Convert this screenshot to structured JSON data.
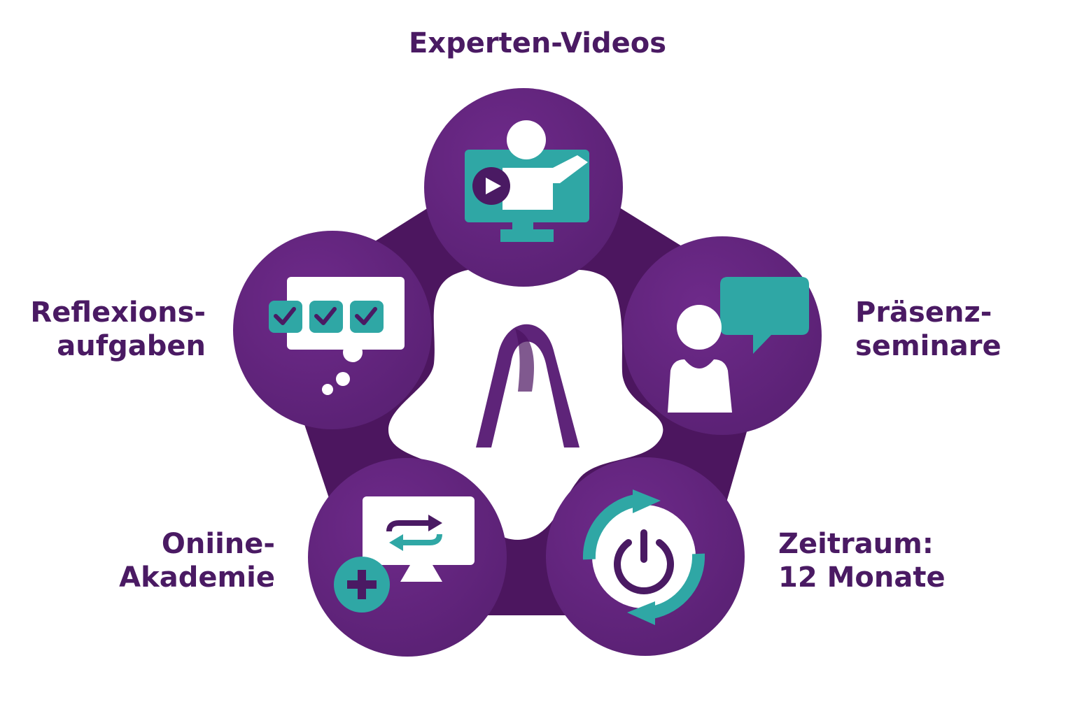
{
  "nodes": [
    {
      "id": "experten-videos",
      "lines": [
        "Experten-Videos"
      ],
      "icon": "video-presenter-icon"
    },
    {
      "id": "praesenzseminare",
      "lines": [
        "Präsenz-",
        "seminare"
      ],
      "icon": "speaker-chat-icon"
    },
    {
      "id": "zeitraum",
      "lines": [
        "Zeitraum:",
        "12 Monate"
      ],
      "icon": "power-cycle-icon"
    },
    {
      "id": "online-akademie",
      "lines": [
        "Oniine-",
        "Akademie"
      ],
      "icon": "screen-exchange-icon"
    },
    {
      "id": "reflexionsaufgaben",
      "lines": [
        "Reflexions-",
        "aufgaben"
      ],
      "icon": "checklist-thought-icon"
    }
  ],
  "center": {
    "icon": "logo-arch-icon"
  },
  "colors": {
    "purple": "#5e2479",
    "purple_dark": "#48135e",
    "teal": "#2fa7a5",
    "text": "#4a1a63",
    "white": "#ffffff"
  }
}
